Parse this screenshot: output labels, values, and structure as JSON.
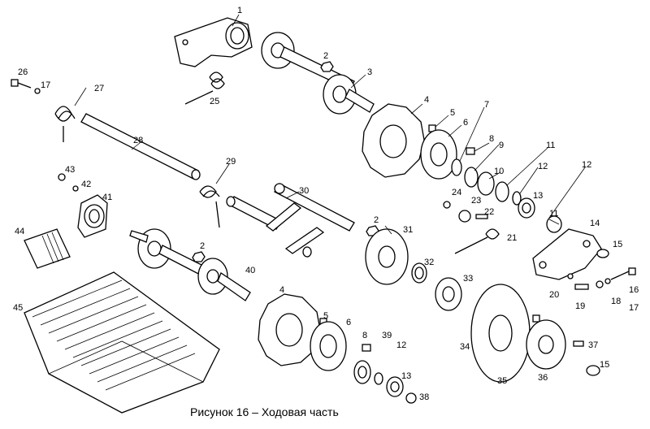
{
  "caption": "Рисунок 16 – Ходовая часть",
  "labels": [
    "1",
    "2",
    "2",
    "2",
    "3",
    "4",
    "4",
    "5",
    "5",
    "6",
    "6",
    "7",
    "8",
    "8",
    "9",
    "10",
    "11",
    "11",
    "12",
    "12",
    "12",
    "13",
    "13",
    "14",
    "15",
    "15",
    "16",
    "17",
    "17",
    "18",
    "19",
    "20",
    "21",
    "22",
    "23",
    "24",
    "25",
    "26",
    "27",
    "28",
    "29",
    "30",
    "31",
    "32",
    "33",
    "34",
    "35",
    "36",
    "37",
    "38",
    "39",
    "40",
    "41",
    "42",
    "43",
    "44",
    "45"
  ]
}
